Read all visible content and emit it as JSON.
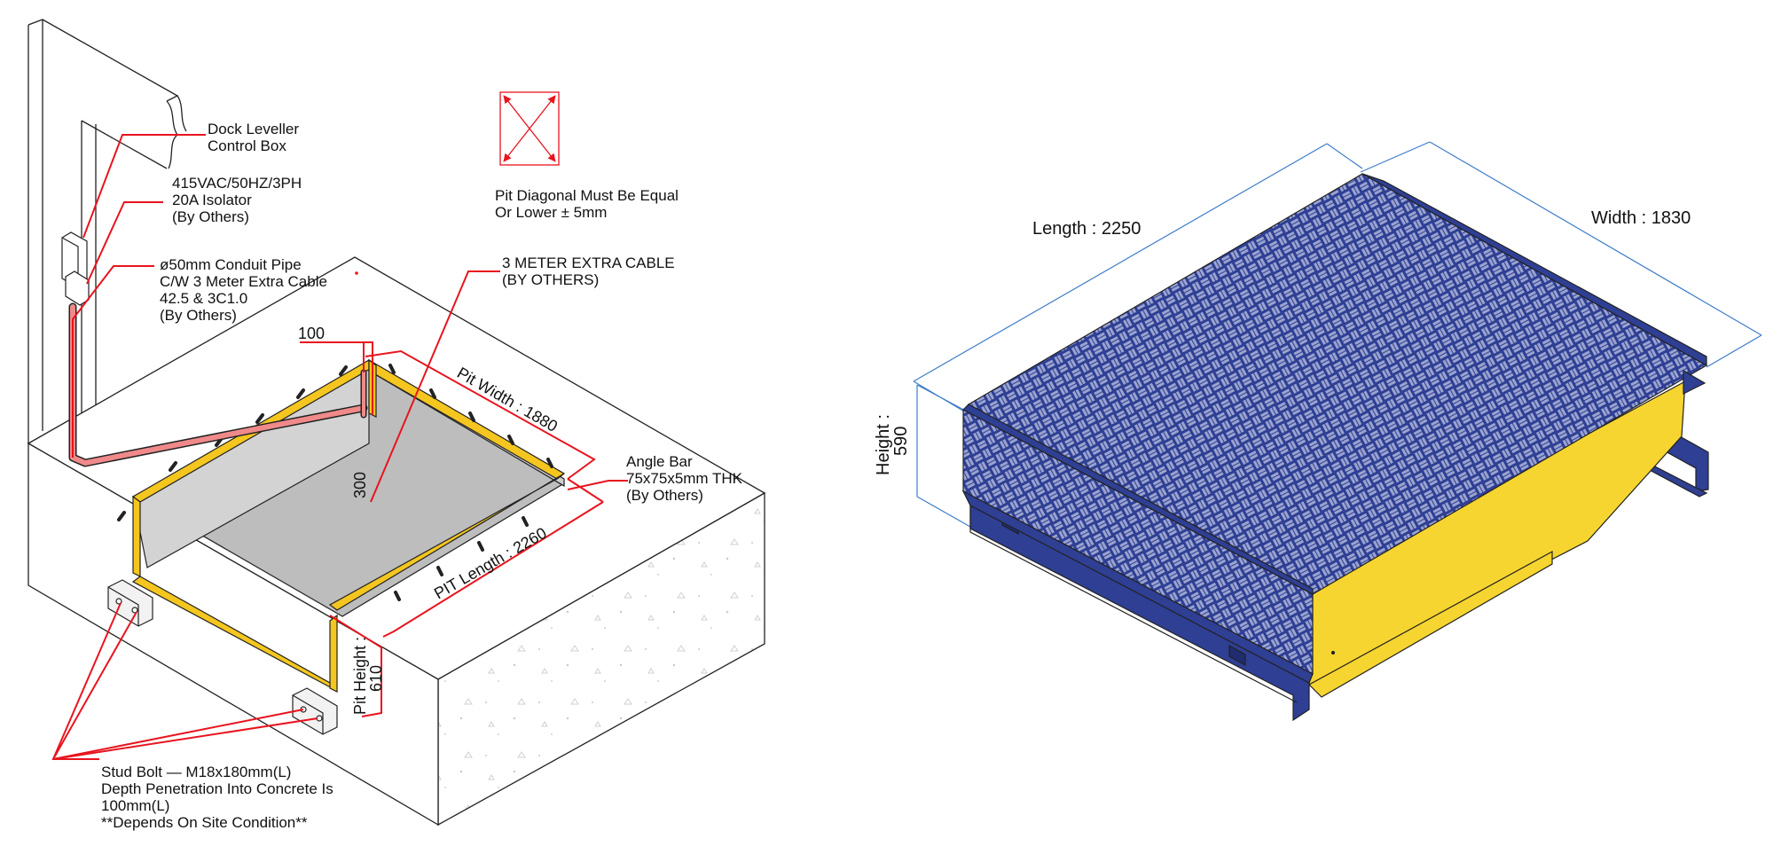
{
  "colors": {
    "annotation_red": "#e8141e",
    "angle_bar_yellow": "#f4c61f",
    "leveller_blue": "#2e3f94",
    "leveller_yellow": "#f7d530",
    "pit_floor_grey": "#bdbdbd",
    "dimension_blue": "#3d7cc9",
    "outline": "#222222"
  },
  "pit_diagram": {
    "control_box": [
      "Dock Leveller",
      "Control Box"
    ],
    "isolator": [
      "415VAC/50HZ/3PH",
      "20A Isolator",
      "(By Others)"
    ],
    "conduit": [
      "ø50mm Conduit Pipe",
      "C/W 3 Meter Extra Cable",
      "42.5 & 3C1.0",
      "(By Others)"
    ],
    "extra_cable": [
      "3 METER EXTRA CABLE",
      "(BY OTHERS)"
    ],
    "diagonal_note": [
      "Pit Diagonal Must Be Equal",
      "Or Lower ± 5mm"
    ],
    "angle_bar": [
      "Angle Bar",
      "75x75x5mm THK",
      "(By Others)"
    ],
    "stud_bolt": [
      "Stud Bolt — M18x180mm(L)",
      "Depth Penetration Into Concrete Is",
      "100mm(L)",
      "**Depends On Site Condition**"
    ],
    "dim_100": "100",
    "dim_300": "300",
    "pit_width": "Pit Width : 1880",
    "pit_length": "PIT Length : 2260",
    "pit_height": [
      "Pit Height :",
      "610"
    ]
  },
  "leveller": {
    "length": "Length : 2250",
    "width": "Width : 1830",
    "height": [
      "Height :",
      "590"
    ]
  }
}
